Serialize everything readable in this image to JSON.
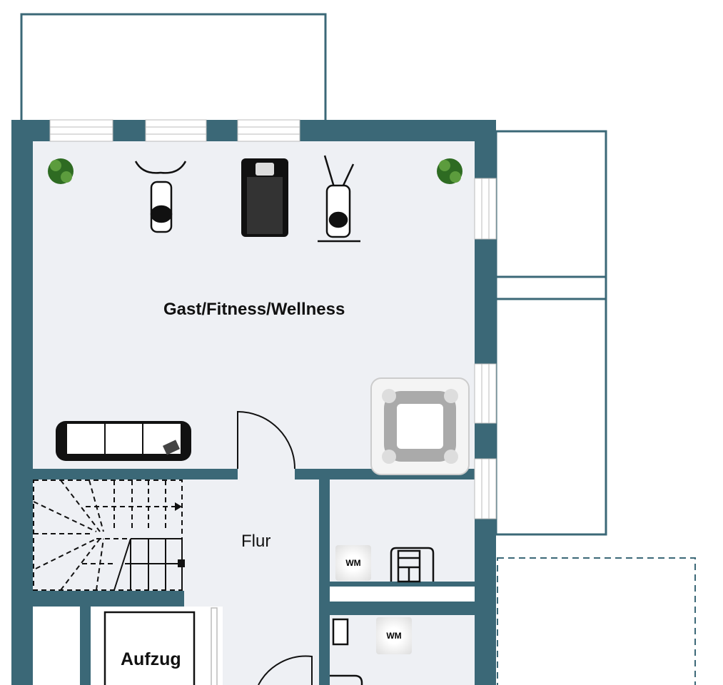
{
  "rooms": {
    "main": "Gast/Fitness/Wellness",
    "hall": "Flur",
    "elevator": "Aufzug"
  },
  "appliances": {
    "washer_1": "WM",
    "washer_2": "WM"
  },
  "colors": {
    "wall": "#3b6877",
    "floor": "#eef0f4",
    "window": "#ffffff"
  }
}
